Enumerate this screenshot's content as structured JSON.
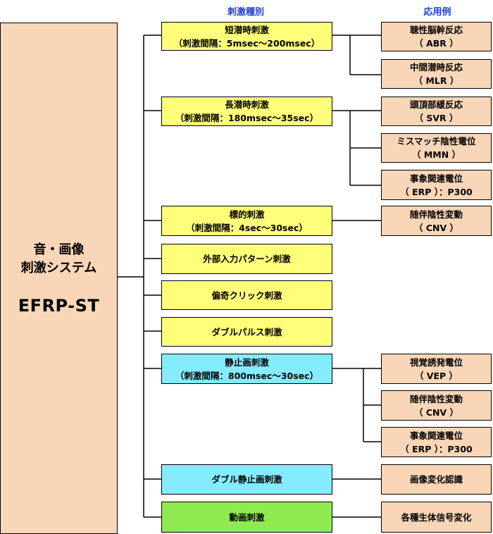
{
  "headers": {
    "stimulus_type": "刺激種別",
    "application": "応用例"
  },
  "system": {
    "line1": "音・画像",
    "line2": "刺激システム",
    "name": "EFRP-ST"
  },
  "stimuli": [
    {
      "title": "短潜時刺激",
      "sub": "（刺激間隔：5msec〜200msec）"
    },
    {
      "title": "長潜時刺激",
      "sub": "（刺激間隔：180msec〜35sec）"
    },
    {
      "title": "標的刺激",
      "sub": "（刺激間隔：4sec〜30sec）"
    },
    {
      "title": "外部入力パターン刺激"
    },
    {
      "title": "偏奇クリック刺激"
    },
    {
      "title": "ダブルパルス刺激"
    },
    {
      "title": "静止画刺激",
      "sub": "（刺激間隔：800msec〜30sec）"
    },
    {
      "title": "ダブル静止画刺激"
    },
    {
      "title": "動画刺激"
    }
  ],
  "applications": [
    {
      "title": "聴性脳幹反応",
      "sub": "（ ABR ）"
    },
    {
      "title": "中間潜時反応",
      "sub": "（ MLR ）"
    },
    {
      "title": "頭頂部緩反応",
      "sub": "（ SVR ）"
    },
    {
      "title": "ミスマッチ陰性電位",
      "sub": "（ MMN ）"
    },
    {
      "title": "事象関連電位",
      "sub": "（ ERP ）：P300"
    },
    {
      "title": "随伴陰性変動",
      "sub": "（ CNV ）"
    },
    {
      "title": "視覚誘発電位",
      "sub": "（ VEP ）"
    },
    {
      "title": "随伴陰性変動",
      "sub": "（ CNV ）"
    },
    {
      "title": "事象関連電位",
      "sub": "（ ERP ）：P300"
    },
    {
      "title": "画像変化認識"
    },
    {
      "title": "各種生体信号変化"
    }
  ]
}
